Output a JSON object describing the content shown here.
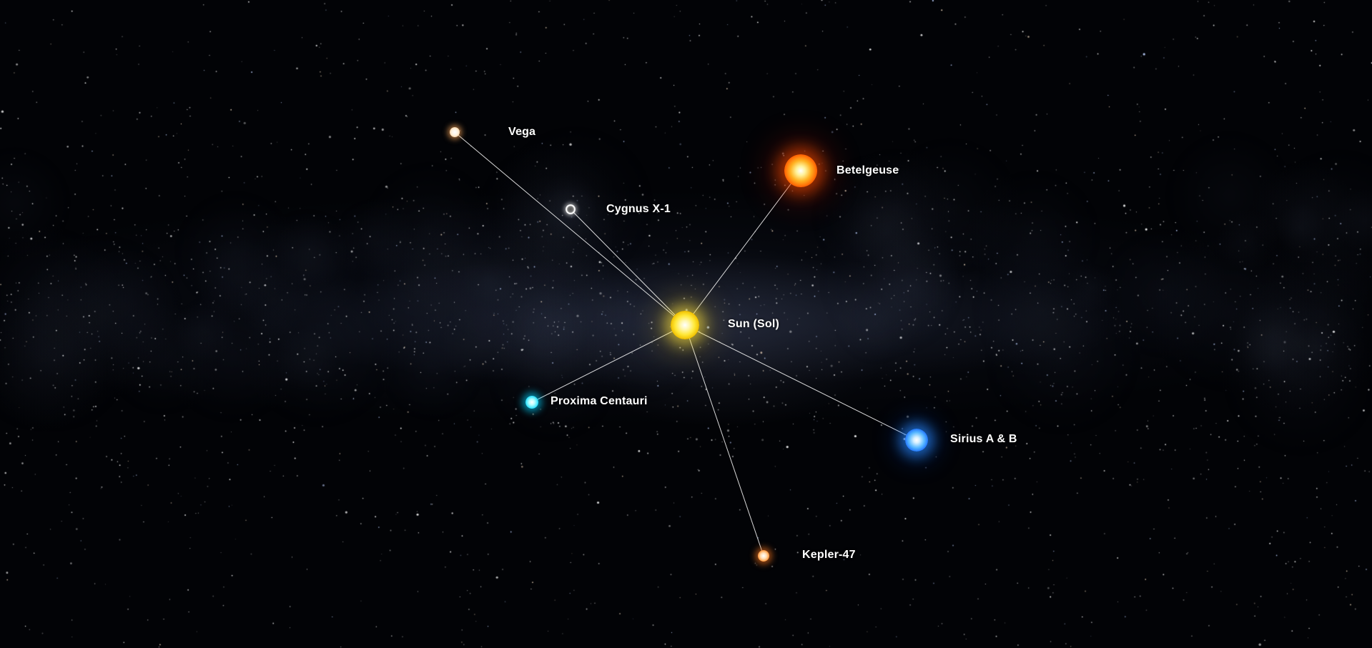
{
  "scene": {
    "background": "milky-way-starfield"
  },
  "center_star": {
    "name": "Sun (Sol)",
    "color": "#ffe838",
    "icon": "star-icon"
  },
  "stars": [
    {
      "id": "betelgeuse",
      "name": "Betelgeuse",
      "color": "#ff5a00",
      "icon": "star-icon"
    },
    {
      "id": "vega",
      "name": "Vega",
      "color": "#ffba70",
      "icon": "star-icon"
    },
    {
      "id": "cygnus",
      "name": "Cygnus X-1",
      "color": "#ffffff",
      "icon": "ring-icon"
    },
    {
      "id": "proxima",
      "name": "Proxima Centauri",
      "color": "#27e0ff",
      "icon": "star-icon"
    },
    {
      "id": "sirius",
      "name": "Sirius A & B",
      "color": "#1a6cff",
      "icon": "star-icon"
    },
    {
      "id": "kepler",
      "name": "Kepler-47",
      "color": "#ff8c2a",
      "icon": "star-icon"
    }
  ],
  "connections": {
    "from": "Sun (Sol)",
    "to": [
      "Betelgeuse",
      "Vega",
      "Cygnus X-1",
      "Proxima Centauri",
      "Sirius A & B",
      "Kepler-47"
    ],
    "line_color": "#ffffff"
  }
}
